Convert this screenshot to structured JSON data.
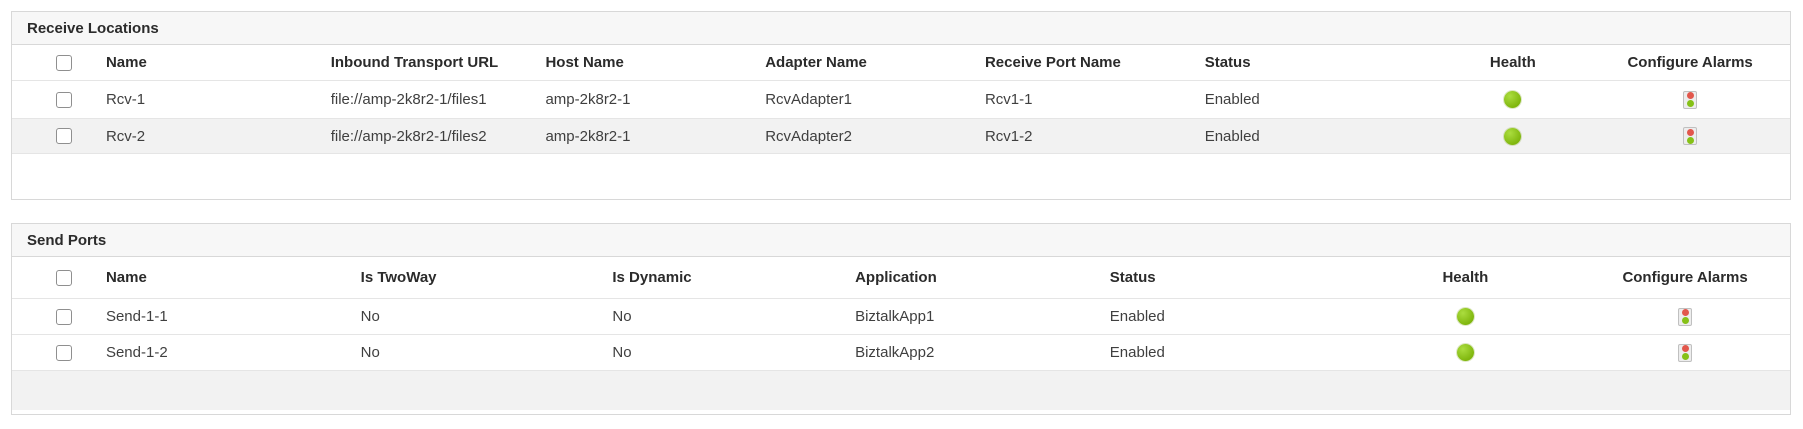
{
  "colors": {
    "health_green": "#8ac413",
    "alarm_red": "#e2574c",
    "alarm_green": "#86c117",
    "stripe": "#f2f2f2",
    "panel_header_bg": "#f7f7f7"
  },
  "icons": {
    "health_ok": "green-circle",
    "configure_alarms": "traffic-light"
  },
  "receive_locations": {
    "title": "Receive Locations",
    "columns": [
      "Name",
      "Inbound Transport URL",
      "Host Name",
      "Adapter Name",
      "Receive Port Name",
      "Status",
      "Health",
      "Configure Alarms"
    ],
    "rows": [
      {
        "name": "Rcv-1",
        "url": "file://amp-2k8r2-1/files1",
        "host": "amp-2k8r2-1",
        "adapter": "RcvAdapter1",
        "port": "Rcv1-1",
        "status": "Enabled",
        "health": "healthy",
        "checked": false
      },
      {
        "name": "Rcv-2",
        "url": "file://amp-2k8r2-1/files2",
        "host": "amp-2k8r2-1",
        "adapter": "RcvAdapter2",
        "port": "Rcv1-2",
        "status": "Enabled",
        "health": "healthy",
        "checked": false
      }
    ]
  },
  "send_ports": {
    "title": "Send Ports",
    "columns": [
      "Name",
      "Is TwoWay",
      "Is Dynamic",
      "Application",
      "Status",
      "Health",
      "Configure Alarms"
    ],
    "rows": [
      {
        "name": "Send-1-1",
        "twoway": "No",
        "dynamic": "No",
        "application": "BiztalkApp1",
        "status": "Enabled",
        "health": "healthy",
        "checked": false
      },
      {
        "name": "Send-1-2",
        "twoway": "No",
        "dynamic": "No",
        "application": "BiztalkApp2",
        "status": "Enabled",
        "health": "healthy",
        "checked": false
      }
    ]
  }
}
